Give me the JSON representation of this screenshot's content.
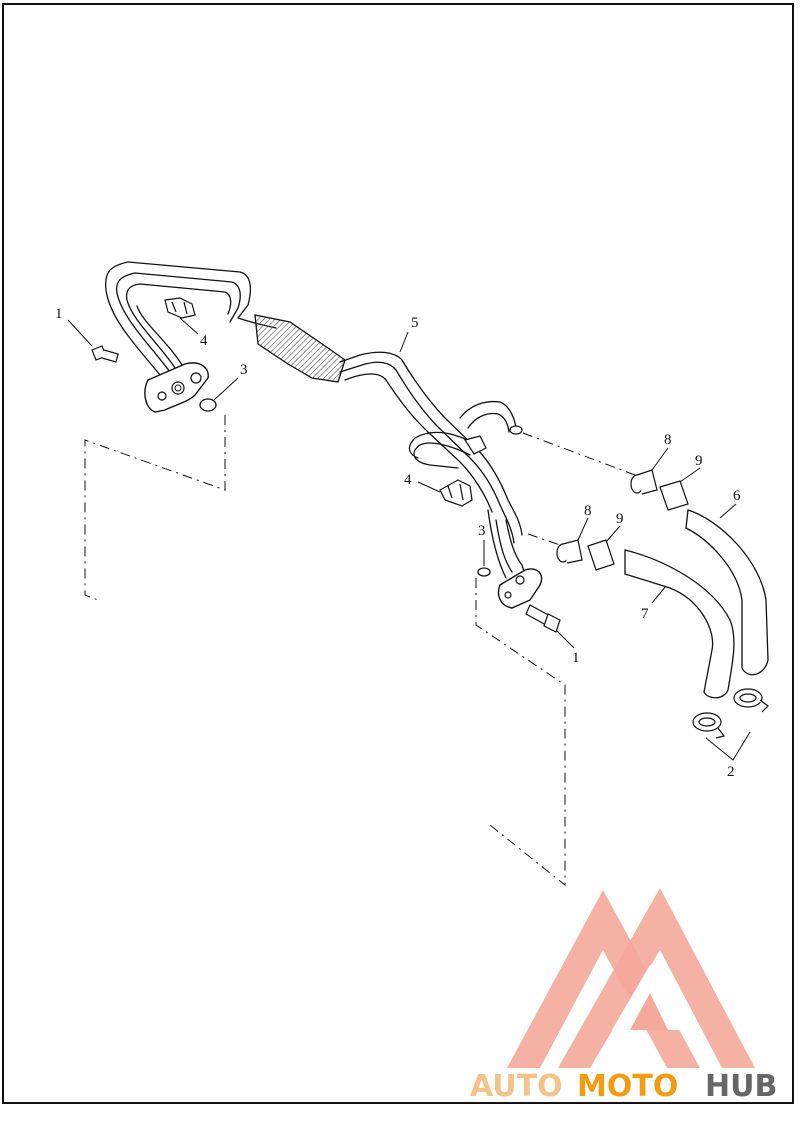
{
  "diagram": {
    "callouts": [
      {
        "id": "c1a",
        "text": "1"
      },
      {
        "id": "c4a",
        "text": "4"
      },
      {
        "id": "c3a",
        "text": "3"
      },
      {
        "id": "c5",
        "text": "5"
      },
      {
        "id": "c8a",
        "text": "8"
      },
      {
        "id": "c9a",
        "text": "9"
      },
      {
        "id": "c6",
        "text": "6"
      },
      {
        "id": "c4b",
        "text": "4"
      },
      {
        "id": "c8b",
        "text": "8"
      },
      {
        "id": "c9b",
        "text": "9"
      },
      {
        "id": "c3b",
        "text": "3"
      },
      {
        "id": "c7",
        "text": "7"
      },
      {
        "id": "c1b",
        "text": "1"
      },
      {
        "id": "c2",
        "text": "2"
      }
    ]
  },
  "watermark": {
    "part1": "AUTO",
    "part2": "MOTO",
    "part3": "HUB",
    "color_light": "#f5a99b",
    "color_mid": "#f39c12",
    "color_dark": "#666666"
  },
  "colors": {
    "line": "#111111",
    "background": "#ffffff"
  }
}
